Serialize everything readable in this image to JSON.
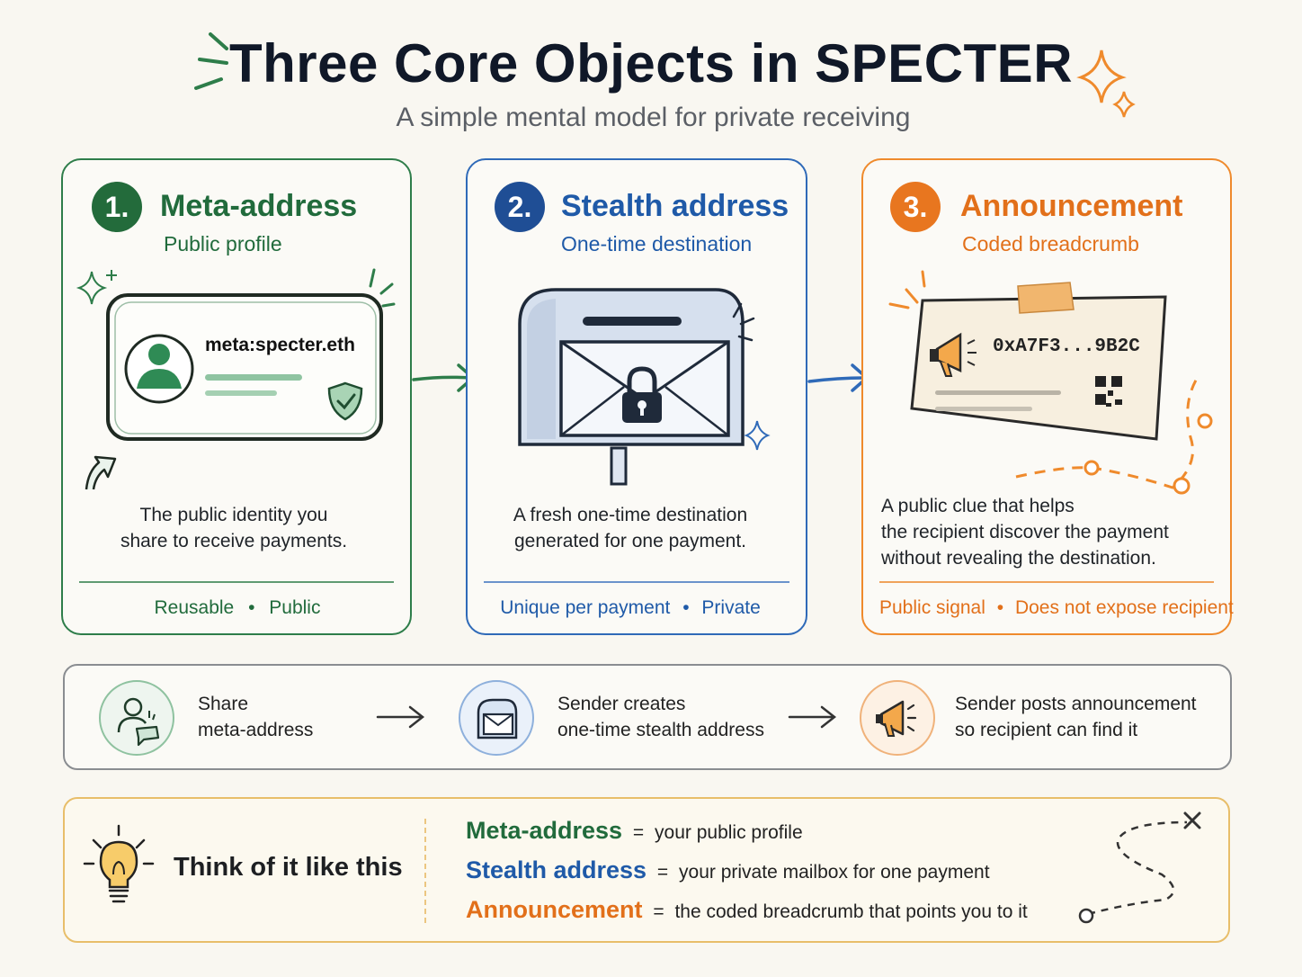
{
  "header": {
    "title": "Three Core Objects in SPECTER",
    "subtitle": "A simple mental model for private receiving"
  },
  "cards": [
    {
      "number": "1.",
      "title": "Meta-address",
      "subtitle": "Public profile",
      "illustration_text": "meta:specter.eth",
      "description_line1": "The public identity you",
      "description_line2": "share to receive payments.",
      "tag1": "Reusable",
      "tag2": "Public",
      "color": "#2e7d4a"
    },
    {
      "number": "2.",
      "title": "Stealth address",
      "subtitle": "One-time destination",
      "description_line1": "A fresh one-time destination",
      "description_line2": "generated for one payment.",
      "tag1": "Unique per payment",
      "tag2": "Private",
      "color": "#2f6ab8"
    },
    {
      "number": "3.",
      "title": "Announcement",
      "subtitle": "Coded breadcrumb",
      "illustration_text": "0xA7F3...9B2C",
      "description_line1": "A public clue that helps",
      "description_line2": "the recipient discover the payment",
      "description_line3": "without revealing the destination.",
      "tag1": "Public signal",
      "tag2": "Does not expose recipient",
      "color": "#ef8a2c"
    }
  ],
  "separator": "•",
  "flow": [
    {
      "line1": "Share",
      "line2": "meta-address",
      "icon": "user-share-icon"
    },
    {
      "line1": "Sender creates",
      "line2": "one-time stealth address",
      "icon": "mailbox-envelope-icon"
    },
    {
      "line1": "Sender posts announcement",
      "line2": "so recipient can find it",
      "icon": "megaphone-icon"
    }
  ],
  "tip": {
    "heading": "Think of it like this",
    "equals": "=",
    "rows": [
      {
        "term": "Meta-address",
        "meaning": "your public profile",
        "color": "#216b3c"
      },
      {
        "term": "Stealth address",
        "meaning": "your private mailbox for one payment",
        "color": "#1f5aa8"
      },
      {
        "term": "Announcement",
        "meaning": "the coded breadcrumb that points you to it",
        "color": "#e2701a"
      }
    ]
  }
}
